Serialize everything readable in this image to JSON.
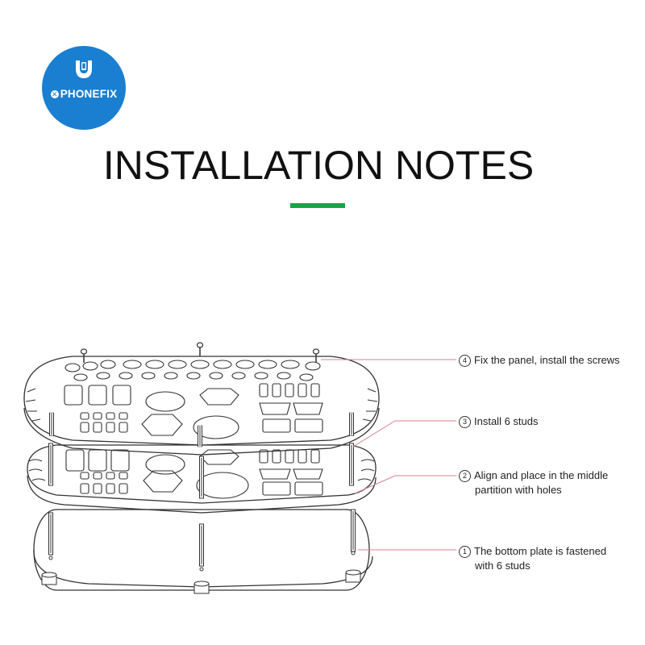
{
  "brand": {
    "name": "PHONEFIX",
    "mark_icon": "wrench-phone-icon",
    "mark_glyph": "✕",
    "color": "#1a7fd0"
  },
  "title": "INSTALLATION NOTES",
  "accent_color": "#15a548",
  "leader_color": "#d9808a",
  "notes": [
    {
      "num": "4",
      "lines": [
        "Fix the panel, install the screws"
      ]
    },
    {
      "num": "3",
      "lines": [
        "Install 6 studs"
      ]
    },
    {
      "num": "2",
      "lines": [
        "Align and place in the middle",
        "partition with holes"
      ]
    },
    {
      "num": "1",
      "lines": [
        "The bottom plate is fastened",
        "with 6 studs"
      ]
    }
  ]
}
